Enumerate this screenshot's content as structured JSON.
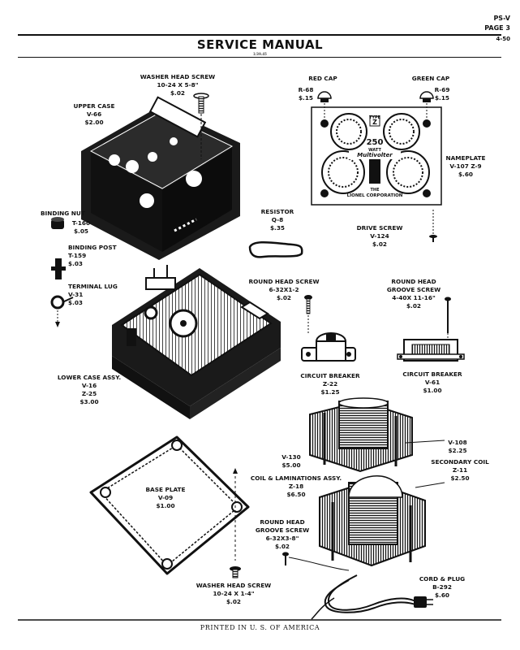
{
  "header": {
    "title": "SERVICE MANUAL",
    "stamp": "1/39.45",
    "doc_code": "PS-V",
    "page": "PAGE 3",
    "date": "4-50"
  },
  "parts": {
    "washer_head_screw_top": {
      "name": "WASHER HEAD SCREW",
      "spec": "10-24 x 5-8\"",
      "price": "$.02"
    },
    "upper_case": {
      "name": "UPPER CASE",
      "code": "V-66",
      "price": "$2.00"
    },
    "red_cap": {
      "name": "RED CAP",
      "code": "R-68",
      "price": "$.15"
    },
    "green_cap": {
      "name": "GREEN CAP",
      "code": "R-69",
      "price": "$.15"
    },
    "nameplate": {
      "name": "NAMEPLATE",
      "code": "V-107  Z-9",
      "price": "$.60"
    },
    "binding_nut": {
      "name": "BINDING NUT",
      "code": "T-160",
      "price": "$.05"
    },
    "binding_post": {
      "name": "BINDING POST",
      "code": "T-159",
      "price": "$.03"
    },
    "terminal_lug": {
      "name": "TERMINAL LUG",
      "code": "V-31",
      "price": "$.03"
    },
    "resistor": {
      "name": "RESISTOR",
      "code": "Q-8",
      "price": "$.35"
    },
    "drive_screw": {
      "name": "DRIVE SCREW",
      "code": "V-124",
      "price": "$.02"
    },
    "round_head_screw": {
      "name": "ROUND HEAD SCREW",
      "spec": "6-32x1-2",
      "price": "$.02"
    },
    "round_head_groove_screw_top": {
      "name1": "ROUND HEAD",
      "name2": "GROOVE SCREW",
      "spec": "4-40x 11-16\"",
      "price": "$.02"
    },
    "lower_case": {
      "name": "LOWER CASE ASSY.",
      "code1": "V-16",
      "code2": "Z-25",
      "price": "$3.00"
    },
    "circuit_breaker_z": {
      "name": "CIRCUIT BREAKER",
      "code": "Z-22",
      "price": "$1.25"
    },
    "circuit_breaker_v": {
      "name": "CIRCUIT BREAKER",
      "code": "V-61",
      "price": "$1.00"
    },
    "v108": {
      "code": "V-108",
      "price": "$2.25"
    },
    "secondary_coil": {
      "name": "SECONDARY COIL",
      "code": "Z-11",
      "price": "$2.50"
    },
    "v130": {
      "code": "V-130",
      "price": "$5.00"
    },
    "coil_lam": {
      "name": "COIL & LAMINATIONS ASSY.",
      "code": "Z-18",
      "price": "$6.50"
    },
    "base_plate": {
      "name": "BASE PLATE",
      "code": "V-09",
      "price": "$1.00"
    },
    "round_head_groove_screw_bottom": {
      "name1": "ROUND HEAD",
      "name2": "GROOVE SCREW",
      "spec": "6-32x3-8\"",
      "price": "$.02"
    },
    "cord_plug": {
      "name": "CORD & PLUG",
      "code": "B-292",
      "price": "$.60"
    },
    "washer_head_screw_bottom": {
      "name": "WASHER HEAD SCREW",
      "spec": "10-24 x 1-4\"",
      "price": "$.02"
    }
  },
  "nameplate_art": {
    "type_label": "TYPE",
    "type_letter": "Z",
    "watt_number": "250",
    "watt_label": "WATT",
    "brand": "Multivolter",
    "maker1": "THE",
    "maker2": "LIONEL CORPORATION"
  },
  "footer": "PRINTED IN U. S. OF AMERICA"
}
